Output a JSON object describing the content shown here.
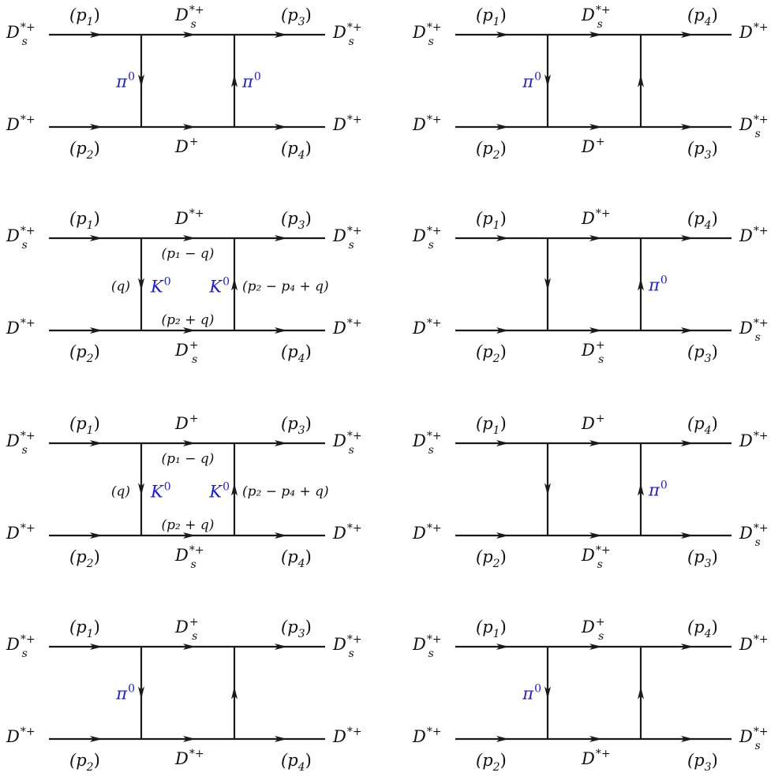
{
  "colors": {
    "line": "#1a1a1a",
    "label": "#111111",
    "exchange": "#1a1ae6"
  },
  "diagrams": [
    {
      "in_top": {
        "base": "D",
        "sub": "s",
        "sup": "*+"
      },
      "in_bottom": {
        "base": "D",
        "sup": "*+"
      },
      "out_top": {
        "base": "D",
        "sub": "s",
        "sup": "*+"
      },
      "out_bottom": {
        "base": "D",
        "sup": "*+"
      },
      "mom_in_top": {
        "base": "(p",
        "sub": "1",
        "tail": ")"
      },
      "mom_in_bottom": {
        "base": "(p",
        "sub": "2",
        "tail": ")"
      },
      "mom_out_top": {
        "base": "(p",
        "sub": "3",
        "tail": ")"
      },
      "mom_out_bottom": {
        "base": "(p",
        "sub": "4",
        "tail": ")"
      },
      "mid_top": {
        "base": "D",
        "sub": "s",
        "sup": "*+"
      },
      "mid_bottom": {
        "base": "D",
        "sup": "+"
      },
      "left_vertical_dir": "down",
      "right_vertical_dir": "up",
      "exch_left": {
        "base": "π",
        "sup": "0"
      },
      "exch_right": {
        "base": "π",
        "sup": "0"
      }
    },
    {
      "in_top": {
        "base": "D",
        "sub": "s",
        "sup": "*+"
      },
      "in_bottom": {
        "base": "D",
        "sup": "*+"
      },
      "out_top": {
        "base": "D",
        "sup": "*+"
      },
      "out_bottom": {
        "base": "D",
        "sub": "s",
        "sup": "*+"
      },
      "mom_in_top": {
        "base": "(p",
        "sub": "1",
        "tail": ")"
      },
      "mom_in_bottom": {
        "base": "(p",
        "sub": "2",
        "tail": ")"
      },
      "mom_out_top": {
        "base": "(p",
        "sub": "4",
        "tail": ")"
      },
      "mom_out_bottom": {
        "base": "(p",
        "sub": "3",
        "tail": ")"
      },
      "mid_top": {
        "base": "D",
        "sub": "s",
        "sup": "*+"
      },
      "mid_bottom": {
        "base": "D",
        "sup": "+"
      },
      "left_vertical_dir": "down",
      "right_vertical_dir": "up",
      "exch_left": {
        "base": "π",
        "sup": "0"
      }
    },
    {
      "in_top": {
        "base": "D",
        "sub": "s",
        "sup": "*+"
      },
      "in_bottom": {
        "base": "D",
        "sup": "*+"
      },
      "out_top": {
        "base": "D",
        "sub": "s",
        "sup": "*+"
      },
      "out_bottom": {
        "base": "D",
        "sup": "*+"
      },
      "mom_in_top": {
        "base": "(p",
        "sub": "1",
        "tail": ")"
      },
      "mom_in_bottom": {
        "base": "(p",
        "sub": "2",
        "tail": ")"
      },
      "mom_out_top": {
        "base": "(p",
        "sub": "3",
        "tail": ")"
      },
      "mom_out_bottom": {
        "base": "(p",
        "sub": "4",
        "tail": ")"
      },
      "mid_top": {
        "base": "D",
        "sup": "*+"
      },
      "mid_bottom": {
        "base": "D",
        "sub": "s",
        "sup": "+"
      },
      "left_vertical_dir": "down",
      "right_vertical_dir": "up",
      "exch_left": {
        "base": "K",
        "sup": "0"
      },
      "exch_right_inner": {
        "base": "K",
        "sup": "0"
      },
      "int_top": "(p₁ − q)",
      "int_bottom": "(p₂ + q)",
      "int_left": "(q)",
      "int_right": "(p₂ − p₄ + q)"
    },
    {
      "in_top": {
        "base": "D",
        "sub": "s",
        "sup": "*+"
      },
      "in_bottom": {
        "base": "D",
        "sup": "*+"
      },
      "out_top": {
        "base": "D",
        "sup": "*+"
      },
      "out_bottom": {
        "base": "D",
        "sub": "s",
        "sup": "*+"
      },
      "mom_in_top": {
        "base": "(p",
        "sub": "1",
        "tail": ")"
      },
      "mom_in_bottom": {
        "base": "(p",
        "sub": "2",
        "tail": ")"
      },
      "mom_out_top": {
        "base": "(p",
        "sub": "4",
        "tail": ")"
      },
      "mom_out_bottom": {
        "base": "(p",
        "sub": "3",
        "tail": ")"
      },
      "mid_top": {
        "base": "D",
        "sup": "*+"
      },
      "mid_bottom": {
        "base": "D",
        "sub": "s",
        "sup": "+"
      },
      "left_vertical_dir": "down",
      "right_vertical_dir": "up",
      "exch_right": {
        "base": "π",
        "sup": "0"
      }
    },
    {
      "in_top": {
        "base": "D",
        "sub": "s",
        "sup": "*+"
      },
      "in_bottom": {
        "base": "D",
        "sup": "*+"
      },
      "out_top": {
        "base": "D",
        "sub": "s",
        "sup": "*+"
      },
      "out_bottom": {
        "base": "D",
        "sup": "*+"
      },
      "mom_in_top": {
        "base": "(p",
        "sub": "1",
        "tail": ")"
      },
      "mom_in_bottom": {
        "base": "(p",
        "sub": "2",
        "tail": ")"
      },
      "mom_out_top": {
        "base": "(p",
        "sub": "3",
        "tail": ")"
      },
      "mom_out_bottom": {
        "base": "(p",
        "sub": "4",
        "tail": ")"
      },
      "mid_top": {
        "base": "D",
        "sup": "+"
      },
      "mid_bottom": {
        "base": "D",
        "sub": "s",
        "sup": "*+"
      },
      "left_vertical_dir": "down",
      "right_vertical_dir": "up",
      "exch_left": {
        "base": "K",
        "sup": "0"
      },
      "exch_right_inner": {
        "base": "K",
        "sup": "0"
      },
      "int_top": "(p₁ − q)",
      "int_bottom": "(p₂ + q)",
      "int_left": "(q)",
      "int_right": "(p₂ − p₄ + q)"
    },
    {
      "in_top": {
        "base": "D",
        "sub": "s",
        "sup": "*+"
      },
      "in_bottom": {
        "base": "D",
        "sup": "*+"
      },
      "out_top": {
        "base": "D",
        "sup": "*+"
      },
      "out_bottom": {
        "base": "D",
        "sub": "s",
        "sup": "*+"
      },
      "mom_in_top": {
        "base": "(p",
        "sub": "1",
        "tail": ")"
      },
      "mom_in_bottom": {
        "base": "(p",
        "sub": "2",
        "tail": ")"
      },
      "mom_out_top": {
        "base": "(p",
        "sub": "4",
        "tail": ")"
      },
      "mom_out_bottom": {
        "base": "(p",
        "sub": "3",
        "tail": ")"
      },
      "mid_top": {
        "base": "D",
        "sup": "+"
      },
      "mid_bottom": {
        "base": "D",
        "sub": "s",
        "sup": "*+"
      },
      "left_vertical_dir": "down",
      "right_vertical_dir": "up",
      "exch_right": {
        "base": "π",
        "sup": "0"
      }
    },
    {
      "in_top": {
        "base": "D",
        "sub": "s",
        "sup": "*+"
      },
      "in_bottom": {
        "base": "D",
        "sup": "*+"
      },
      "out_top": {
        "base": "D",
        "sub": "s",
        "sup": "*+"
      },
      "out_bottom": {
        "base": "D",
        "sup": "*+"
      },
      "mom_in_top": {
        "base": "(p",
        "sub": "1",
        "tail": ")"
      },
      "mom_in_bottom": {
        "base": "(p",
        "sub": "2",
        "tail": ")"
      },
      "mom_out_top": {
        "base": "(p",
        "sub": "3",
        "tail": ")"
      },
      "mom_out_bottom": {
        "base": "(p",
        "sub": "4",
        "tail": ")"
      },
      "mid_top": {
        "base": "D",
        "sub": "s",
        "sup": "+"
      },
      "mid_bottom": {
        "base": "D",
        "sup": "*+"
      },
      "left_vertical_dir": "down",
      "right_vertical_dir": "up",
      "exch_left": {
        "base": "π",
        "sup": "0"
      }
    },
    {
      "in_top": {
        "base": "D",
        "sub": "s",
        "sup": "*+"
      },
      "in_bottom": {
        "base": "D",
        "sup": "*+"
      },
      "out_top": {
        "base": "D",
        "sup": "*+"
      },
      "out_bottom": {
        "base": "D",
        "sub": "s",
        "sup": "*+"
      },
      "mom_in_top": {
        "base": "(p",
        "sub": "1",
        "tail": ")"
      },
      "mom_in_bottom": {
        "base": "(p",
        "sub": "2",
        "tail": ")"
      },
      "mom_out_top": {
        "base": "(p",
        "sub": "4",
        "tail": ")"
      },
      "mom_out_bottom": {
        "base": "(p",
        "sub": "3",
        "tail": ")"
      },
      "mid_top": {
        "base": "D",
        "sub": "s",
        "sup": "+"
      },
      "mid_bottom": {
        "base": "D",
        "sup": "*+"
      },
      "left_vertical_dir": "down",
      "right_vertical_dir": "up",
      "exch_left": {
        "base": "π",
        "sup": "0"
      }
    }
  ]
}
